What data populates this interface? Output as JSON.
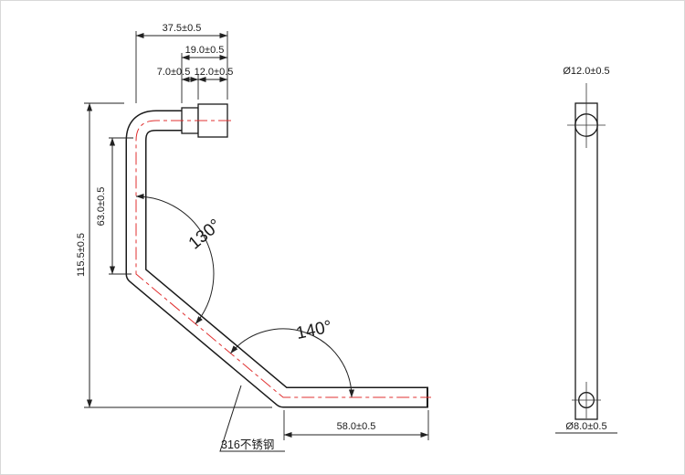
{
  "drawing": {
    "colors": {
      "line": "#1a1a1a",
      "centerline": "#e03030",
      "background": "#ffffff"
    },
    "front_view": {
      "dim_width_top": "37.5±0.5",
      "dim_socket_total": "19.0±0.5",
      "dim_socket_neck": "7.0±0.5",
      "dim_socket_head": "12.0±0.5",
      "dim_vertical_leg": "63.0±0.5",
      "dim_overall_height": "115.5±0.5",
      "dim_bottom_leg": "58.0±0.5",
      "angle_upper": "130°",
      "angle_lower": "140°",
      "material_label": "316不锈钢"
    },
    "side_view": {
      "dim_outer_diameter": "Ø12.0±0.5",
      "dim_tube_diameter": "Ø8.0±0.5"
    }
  }
}
